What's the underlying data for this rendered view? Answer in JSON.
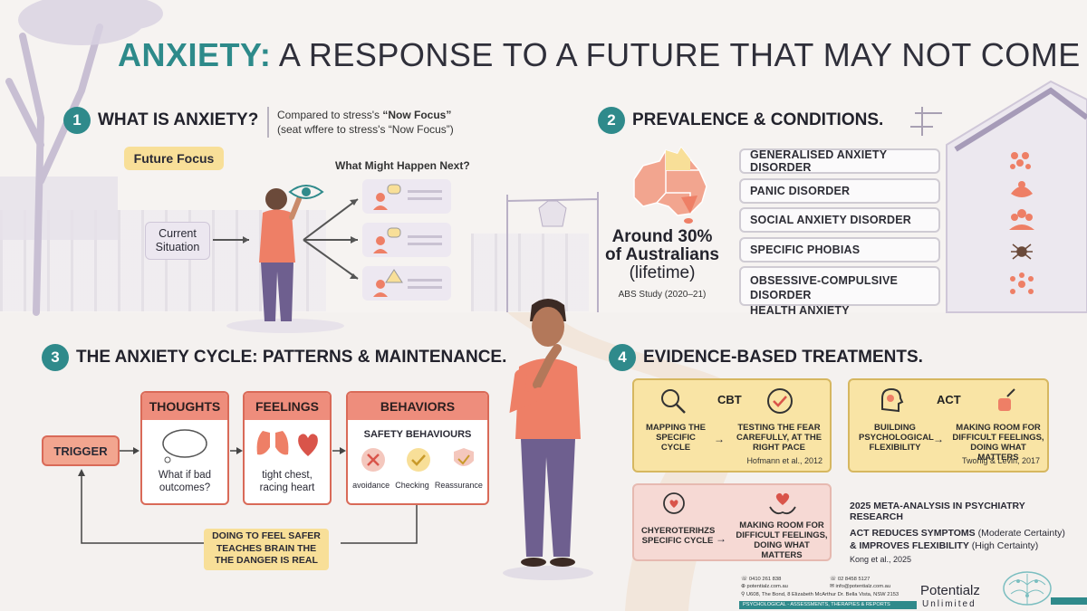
{
  "title": {
    "accent": "ANXIETY:",
    "rest": "A RESPONSE TO A FUTURE THAT MAY NOT COME"
  },
  "section1": {
    "number": "1",
    "title": "WHAT IS ANXIETY?",
    "compare_line1": "Compared to stress's ",
    "compare_bold": "“Now Focus”",
    "compare_line2": "(seat wffere to stress's “Now Focus”)",
    "future_focus": "Future Focus",
    "current_situation": "Current Situation",
    "what_next": "What Might Happen Next?"
  },
  "section2": {
    "number": "2",
    "title": "PREVALENCE & CONDITIONS.",
    "stat_line1": "Around 30%",
    "stat_line2": "of Australians",
    "stat_line3": "(lifetime)",
    "source": "ABS Study (2020–21)",
    "conditions": [
      "GENERALISED ANXIETY DISORDER",
      "PANIC DISORDER",
      "SOCIAL ANXIETY DISORDER",
      "SPECIFIC PHOBIAS",
      "OBSESSIVE-COMPULSIVE DISORDER",
      "HEALTH ANXIETY"
    ]
  },
  "section3": {
    "number": "3",
    "title": "THE ANXIETY CYCLE: PATTERNS & MAINTENANCE.",
    "trigger": "TRIGGER",
    "thoughts_head": "THOUGHTS",
    "thoughts_text": "What if bad outcomes?",
    "feelings_head": "FEELINGS",
    "feelings_text": "tight chest, racing heart",
    "behaviors_head": "BEHAVIORS",
    "safety_title": "SAFETY BEHAVIOURS",
    "behaviors": [
      "avoidance",
      "Checking",
      "Reassurance"
    ],
    "loop_note_1": "DOING TO FEEL SAFER",
    "loop_note_2": "TEACHES BRAIN THE",
    "loop_note_3": "THE DANGER IS REAL"
  },
  "section4": {
    "number": "4",
    "title": "EVIDENCE-BASED TREATMENTS.",
    "cbt": {
      "name": "CBT",
      "step1": "MAPPING THE SPECIFIC CYCLE",
      "step2": "TESTING THE FEAR CAREFULLY, AT THE RIGHT PACE",
      "cite": "Hofmann et al., 2012"
    },
    "act": {
      "name": "ACT",
      "step1": "BUILDING PSYCHOLOGICAL FLEXIBILITY",
      "step2": "MAKING ROOM FOR DIFFICULT FEELINGS, DOING WHAT MATTERS",
      "cite": "Twohig & Levin, 2017"
    },
    "third": {
      "step1": "CHYEROTERIHZS SPECIFIC CYCLE",
      "step2": "MAKING ROOM FOR DIFFICULT FEELINGS, DOING WHAT MATTERS"
    },
    "meta_title": "2025 META-ANALYSIS IN PSYCHIATRY RESEARCH",
    "meta_line1_bold": "ACT REDUCES SYMPTOMS",
    "meta_line1_rest": " (Moderate Certainty)",
    "meta_line2_bold": "& IMPROVES FLEXIBILITY",
    "meta_line2_rest": " (High Certainty)",
    "meta_cite": "Kong et al., 2025"
  },
  "footer": {
    "phone1": "0410 261 838",
    "web": "potentialz.com.au",
    "address": "U608, The Bond, 8 Elizabeth McArthur Dr. Bella Vista, NSW 2153",
    "phone2": "02 8458 5127",
    "email": "info@potentialz.com.au",
    "tagline": "PSYCHOLOGICAL - ASSESSMENTS, THERAPIES & REPORTS",
    "brand1": "Potentialz",
    "brand2": "Unlimited"
  },
  "colors": {
    "teal": "#2f8a8b",
    "coral": "#ee8d7c",
    "gold": "#f9e4a5",
    "purple": "#7b6b98"
  }
}
